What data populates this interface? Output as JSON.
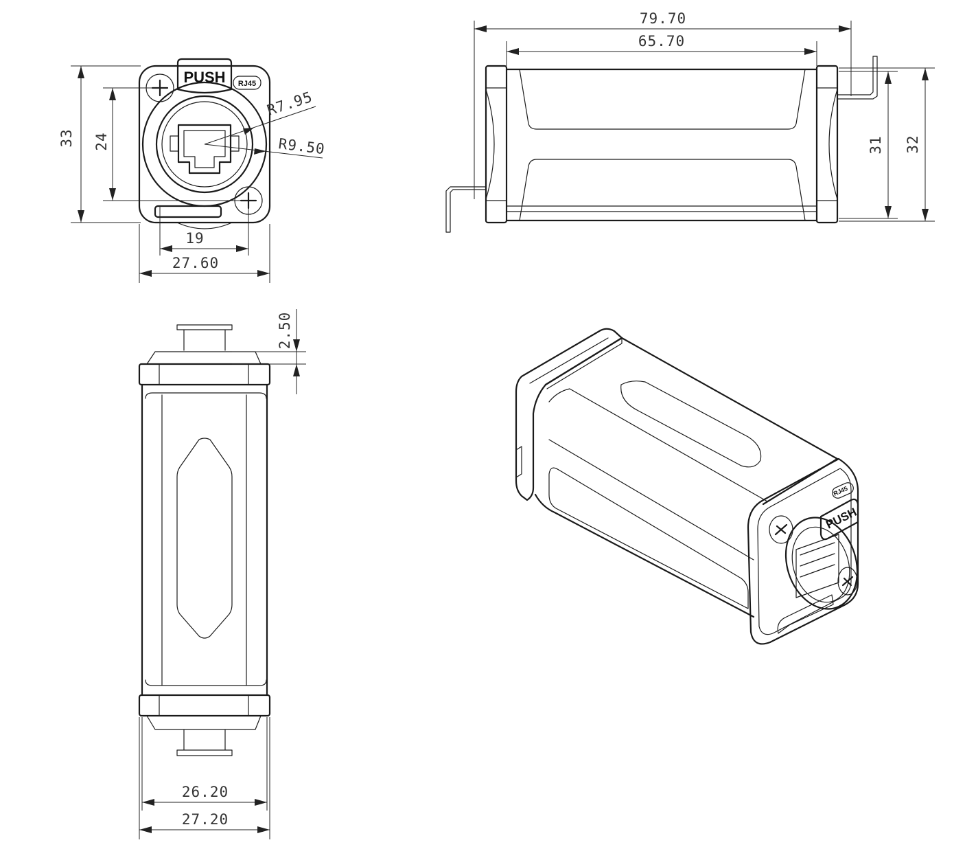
{
  "front_view": {
    "push_label": "PUSH",
    "rj45_label": "RJ45",
    "dims": {
      "height_outer": "33",
      "height_holes": "24",
      "radius_inner": "R7.95",
      "radius_outer": "R9.50",
      "width_holes": "19",
      "width_outer": "27.60"
    }
  },
  "side_view": {
    "dims": {
      "length_overall": "79.70",
      "length_body": "65.70",
      "height_body": "31",
      "height_flange": "32"
    }
  },
  "top_view": {
    "dims": {
      "tab_offset": "2.50",
      "width_body": "26.20",
      "width_flange": "27.20"
    }
  },
  "iso_view": {
    "push_label": "PUSH",
    "rj45_label": "RJ45"
  }
}
